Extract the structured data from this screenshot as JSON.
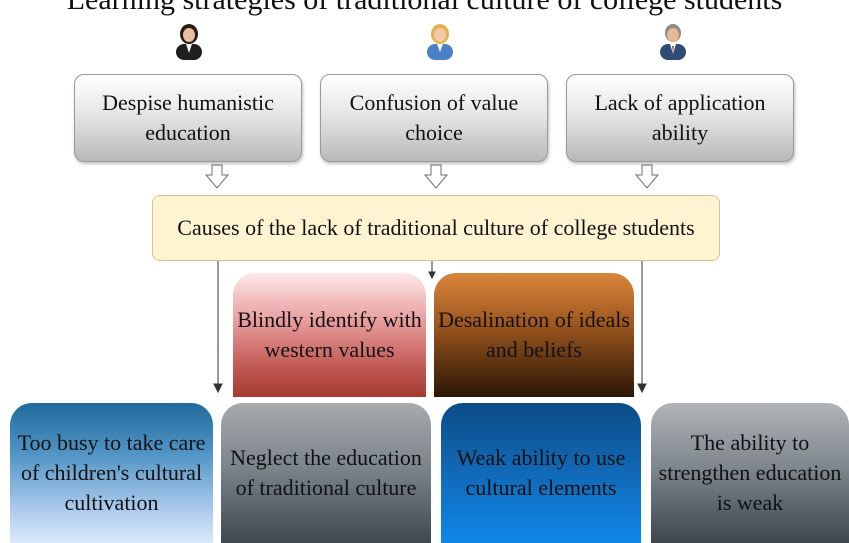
{
  "title": "Learning strategies of traditional culture of college students",
  "people": [
    {
      "icon": "female-person-icon"
    },
    {
      "icon": "female-person-icon"
    },
    {
      "icon": "male-person-icon"
    }
  ],
  "top_boxes": [
    {
      "text": "Despise humanistic education"
    },
    {
      "text": "Confusion of value choice"
    },
    {
      "text": "Lack of application ability"
    }
  ],
  "causes_box": {
    "text": "Causes of the lack of traditional culture of college students"
  },
  "middle_boxes": [
    {
      "text": "Blindly identify with western values"
    },
    {
      "text": "Desalination of ideals and beliefs"
    }
  ],
  "bottom_boxes": [
    {
      "text": "Too busy to take care of children's cultural cultivation"
    },
    {
      "text": "Neglect the education of traditional culture"
    },
    {
      "text": "Weak ability to use cultural elements"
    },
    {
      "text": "The ability to strengthen education is weak"
    }
  ]
}
